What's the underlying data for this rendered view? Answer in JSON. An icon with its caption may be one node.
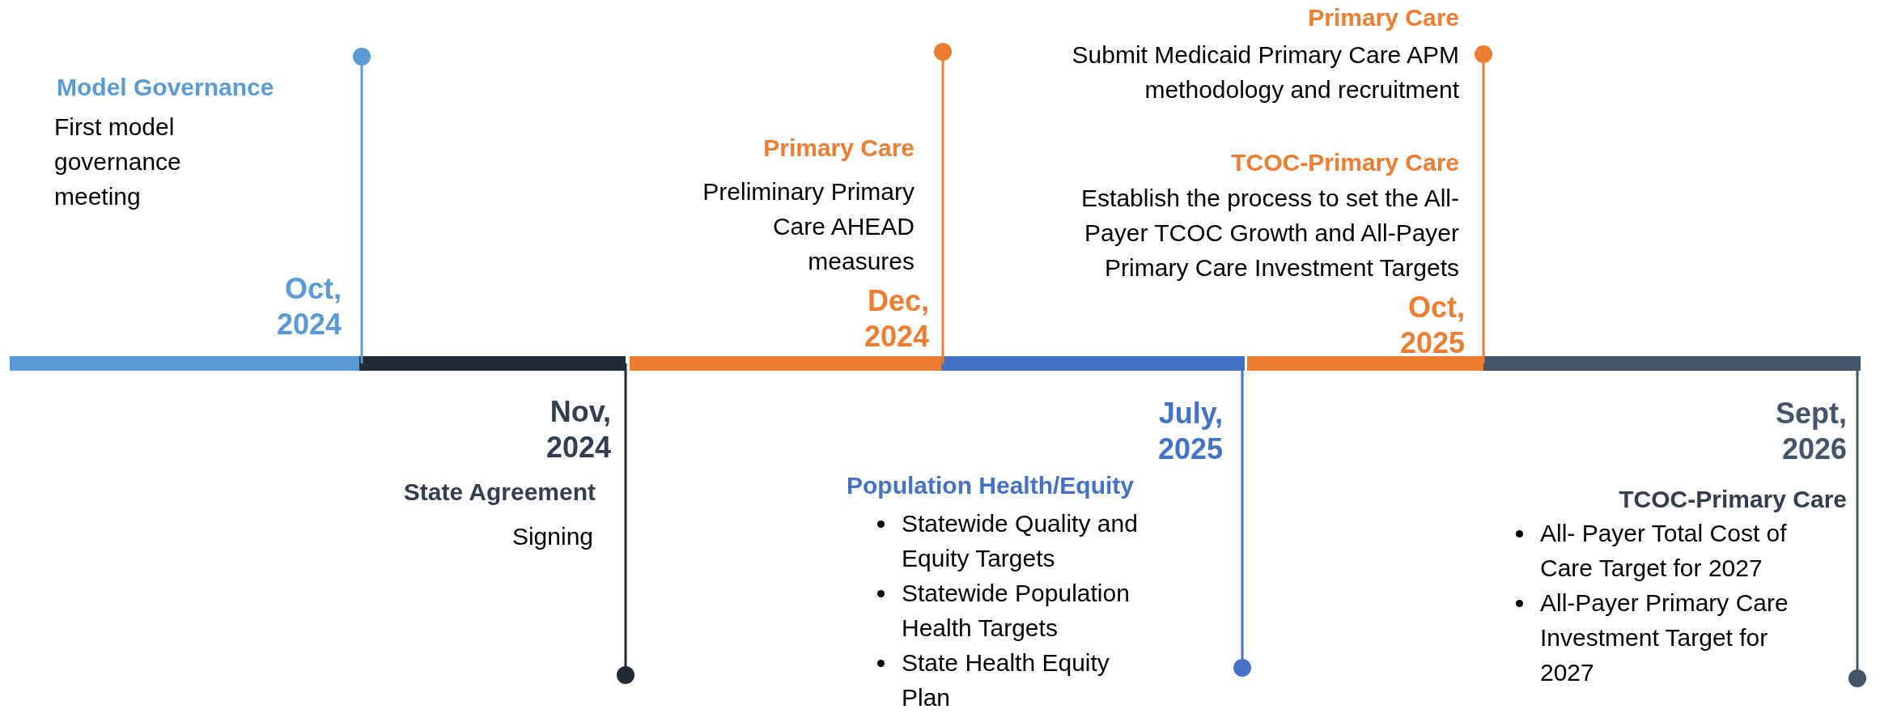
{
  "diagram": {
    "nodes": [
      {
        "text": [
          "Oct, 2024",
          "Model Governance",
          "First model governance meeting"
        ]
      },
      {
        "text": [
          "Nov, 2024",
          "State Agreement",
          "Signing"
        ]
      },
      {
        "text": [
          "Primary Care",
          "Preliminary Primary Care AHEAD measures",
          "Dec, 2024"
        ]
      },
      {
        "text": [
          "July, 2025",
          "Population Health/Equity",
          "Statewide Quality and Equity Targets",
          "Statewide Population Health Targets",
          "State Health Equity Plan"
        ]
      },
      {
        "text": [
          "Primary Care",
          "Submit Medicaid Primary Care APM methodology and recruitment",
          "TCOC-Primary Care",
          "Establish the process to set the All-Payer TCOC Growth and All-Payer Primary Care Investment Targets",
          "Oct, 2025"
        ]
      },
      {
        "text": [
          "Sept, 2026",
          "TCOC-Primary Care",
          "All- Payer Total Cost of Care Target for 2027",
          "All-Payer Primary Care Investment Target for 2027"
        ]
      }
    ]
  }
}
